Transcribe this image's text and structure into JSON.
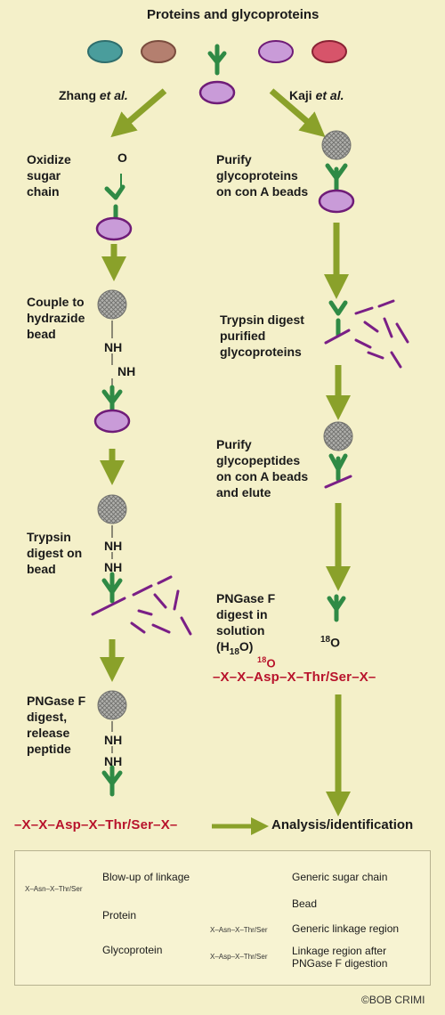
{
  "title": "Proteins and glycoproteins",
  "left_branch": {
    "author": "Zhang",
    "etal": "et al.",
    "steps": [
      "Oxidize sugar chain",
      "Couple to hydrazide bead",
      "Trypsin digest on bead",
      "PNGase F digest, release peptide"
    ],
    "sequence": "–X–X–Asp–X–Thr/Ser–X–"
  },
  "right_branch": {
    "author": "Kaji",
    "etal": "et al.",
    "steps": [
      "Purify glycoproteins on con A beads",
      "Trypsin digest purified glycoproteins",
      "Purify glycopeptides on con A beads and elute"
    ],
    "pngase_step": "PNGase F digest in solution (H",
    "water_iso": "18",
    "water_tail": "O)",
    "iso_label": "18",
    "iso_o": "O",
    "seq_prefix": "–X–X–",
    "seq_asp": "Asp",
    "seq_suffix": "–X–Thr/Ser–X–",
    "seq_iso": "18",
    "seq_o": "O"
  },
  "hydrazide_link": [
    "NH",
    "NH"
  ],
  "aldehyde_o": "O",
  "analysis_label": "Analysis/identification",
  "legend": {
    "blowup": "Blow-up of linkage",
    "blowup_region": "X–Asn–X–Thr/Ser",
    "protein": "Protein",
    "glycoprotein": "Glycoprotein",
    "sugar": "Generic sugar chain",
    "bead": "Bead",
    "generic_region_code": "X–Asn–X–Thr/Ser",
    "generic_region": "Generic linkage region",
    "pngase_region_code": "X–Asp–X–Thr/Ser",
    "pngase_region": "Linkage region after PNGase F digestion"
  },
  "credit": "©BOB CRIMI",
  "colors": {
    "background": "#f4f0c9",
    "arrow": "#8aa12a",
    "sugar": "#2f8a45",
    "protein_fill": "#c99bd8",
    "protein_stroke": "#6f1c78",
    "peptide": "#7a1f86",
    "sequence": "#b8132c",
    "bead": "#9a9a96",
    "ovals": [
      "#4a9d9c",
      "#b47f6f",
      "#c99bd8",
      "#d7546a"
    ]
  }
}
